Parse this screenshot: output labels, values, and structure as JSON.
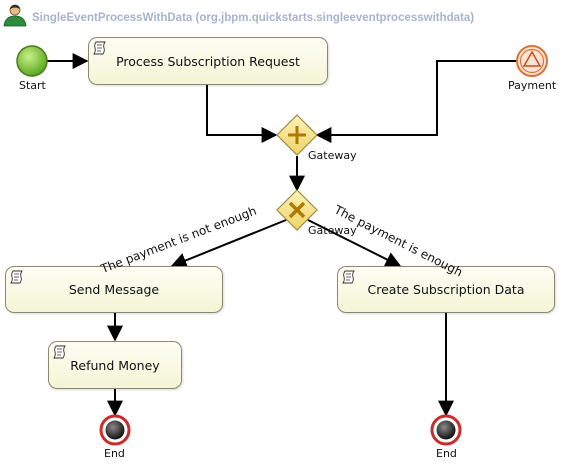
{
  "diagram": {
    "title": "SingleEventProcessWithData (org.jbpm.quickstarts.singleeventprocesswithdata)",
    "start_label": "Start",
    "payment_event_label": "Payment",
    "gateway_parallel_label": "Gateway",
    "gateway_exclusive_label": "Gateway",
    "tasks": {
      "process_subscription": "Process Subscription Request",
      "send_message": "Send Message",
      "refund_money": "Refund Money",
      "create_subscription": "Create Subscription Data"
    },
    "conditions": {
      "not_enough": "The payment is not enough",
      "enough": "The payment is enough"
    },
    "end_left_label": "End",
    "end_right_label": "End"
  },
  "colors": {
    "title": "#a7b4ce",
    "start_fill": "#7cc832",
    "gateway_fill": "#f6df7a",
    "gateway_marker": "#c08a00",
    "end_ring": "#cc2b2b",
    "event_ring": "#d9733a"
  }
}
